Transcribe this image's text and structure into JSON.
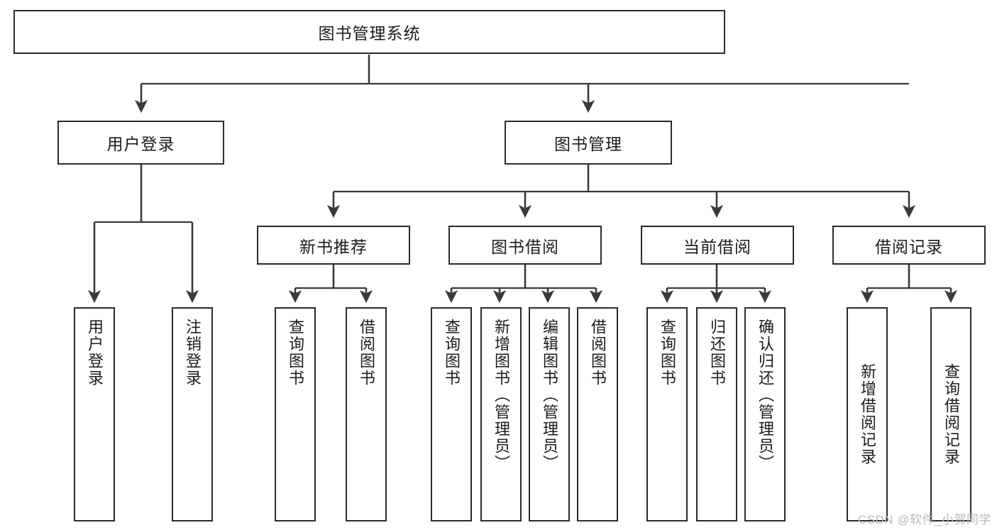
{
  "diagram": {
    "type": "tree-hierarchy",
    "title": "图书管理系统",
    "watermark": "CSDN @软件_小贺同学",
    "colors": {
      "box_border": "#2b2b2b",
      "box_fill": "#ffffff",
      "line": "#3a3a3a",
      "text": "#1c1c1c",
      "watermark": "#b9b9b9"
    },
    "root": {
      "label": "图书管理系统"
    },
    "level2": [
      {
        "label": "用户登录"
      },
      {
        "label": "图书管理"
      }
    ],
    "level3": [
      {
        "label": "新书推荐"
      },
      {
        "label": "图书借阅"
      },
      {
        "label": "当前借阅"
      },
      {
        "label": "借阅记录"
      }
    ],
    "leaves": {
      "user_login": [
        {
          "label": "用户登录"
        },
        {
          "label": "注销登录"
        }
      ],
      "new_book": [
        {
          "label": "查询图书"
        },
        {
          "label": "借阅图书"
        }
      ],
      "book_borrow": [
        {
          "label": "查询图书"
        },
        {
          "label": "新增图书（管理员）"
        },
        {
          "label": "编辑图书（管理员）"
        },
        {
          "label": "借阅图书"
        }
      ],
      "current_borrow": [
        {
          "label": "查询图书"
        },
        {
          "label": "归还图书"
        },
        {
          "label": "确认归还（管理员）"
        }
      ],
      "borrow_record": [
        {
          "label": "新增借阅记录"
        },
        {
          "label": "查询借阅记录"
        }
      ]
    }
  }
}
